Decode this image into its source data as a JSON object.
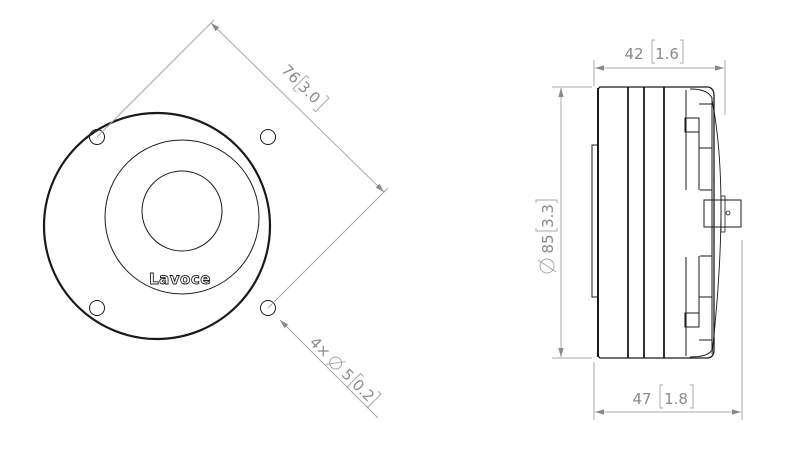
{
  "drawing": {
    "type": "technical-drawing",
    "subject": "compression driver / tweeter",
    "brand_logo": "Lavoce",
    "line_color": "#1a1a1a",
    "dimension_color": "#8a8a8a",
    "front_view": {
      "dimensions": {
        "bolt_circle": {
          "mm": "76",
          "inch": "3.0"
        },
        "mounting_holes": {
          "prefix": "4×",
          "symbol": "∅",
          "mm": "5",
          "inch": "0.2"
        }
      }
    },
    "side_view": {
      "dimensions": {
        "body_depth": {
          "mm": "42",
          "inch": "1.6"
        },
        "outer_diameter": {
          "symbol": "∅",
          "mm": "85",
          "inch": "3.3"
        },
        "overall_depth": {
          "mm": "47",
          "inch": "1.8"
        }
      }
    }
  }
}
